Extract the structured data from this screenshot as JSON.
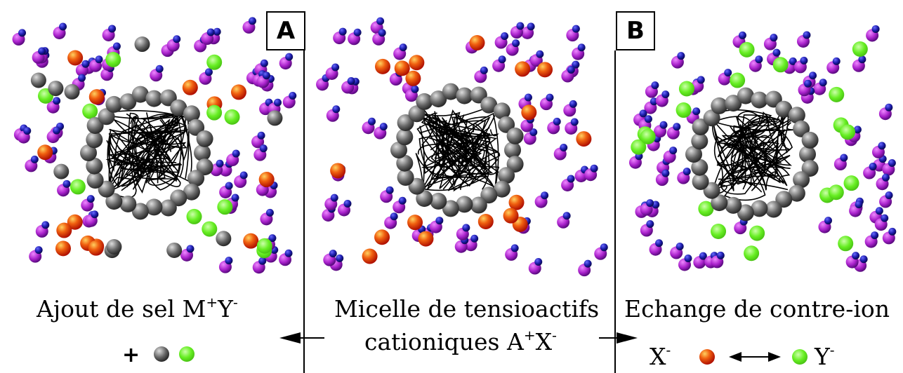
{
  "panels": {
    "a": {
      "tag": "A",
      "caption": {
        "text": "Ajout de sel M",
        "sup1": "+",
        "mid": "Y",
        "sup2": "-"
      },
      "legend_plus": "+"
    },
    "center": {
      "line1": "Micelle de tensioactifs",
      "line2": {
        "text": "cationiques A",
        "sup1": "+",
        "mid": "X",
        "sup2": "-"
      }
    },
    "b": {
      "tag": "B",
      "caption": "Echange de contre-ion",
      "legend": {
        "x": "X",
        "x_sup": "-",
        "y": "Y",
        "y_sup": "-"
      }
    }
  },
  "colors": {
    "surfactant_head": "#555555",
    "counter_ion_x": "#e8400a",
    "counter_ion_y": "#66ee22",
    "salt_cation": "#777777",
    "water_purple": "#aa22cc",
    "water_blue": "#1a1aa8",
    "tail": "#000000"
  },
  "icons": [
    "micelle-core-icon",
    "surfactant-head-icon",
    "orange-ion-icon",
    "green-ion-icon",
    "grey-ion-icon",
    "water-molecule-icon",
    "arrow-left-icon",
    "arrow-right-icon",
    "double-arrow-icon"
  ]
}
